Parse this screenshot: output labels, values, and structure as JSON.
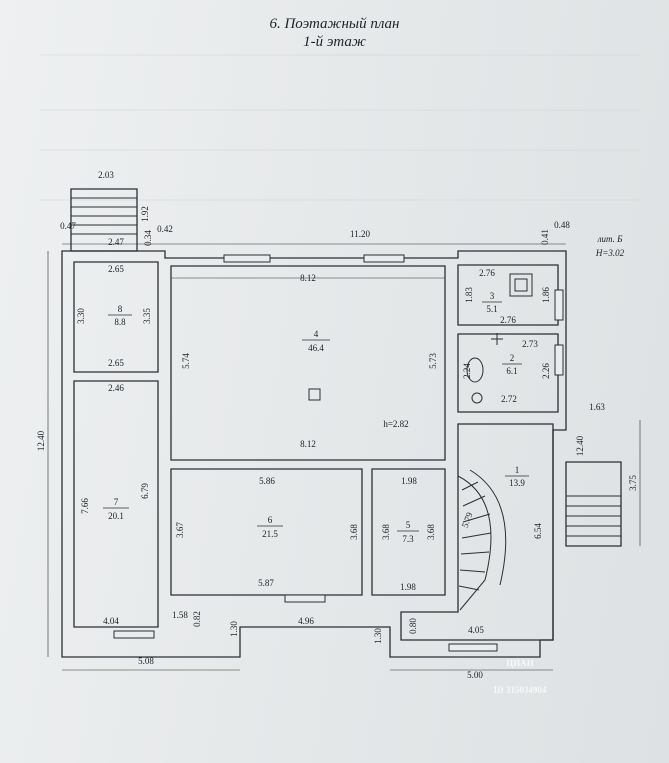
{
  "header": {
    "title": "6. Поэтажный план",
    "subtitle": "1-й этаж"
  },
  "legend": {
    "lit": "лит. Б",
    "height": "H=3.02"
  },
  "rooms": [
    {
      "num": "1",
      "area": "13.9"
    },
    {
      "num": "2",
      "area": "6.1"
    },
    {
      "num": "3",
      "area": "5.1"
    },
    {
      "num": "4",
      "area": "46.4"
    },
    {
      "num": "5",
      "area": "7.3"
    },
    {
      "num": "6",
      "area": "21.5"
    },
    {
      "num": "7",
      "area": "20.1"
    },
    {
      "num": "8",
      "area": "8.8"
    }
  ],
  "room_height": "h=2.82",
  "dimensions": {
    "d_2_03": "2.03",
    "d_0_47": "0.47",
    "d_2_47": "2.47",
    "d_1_92": "1.92",
    "d_0_34": "0.34",
    "d_0_42": "0.42",
    "d_11_20": "11.20",
    "d_0_41": "0.41",
    "d_0_48": "0.48",
    "d_2_65_top": "2.65",
    "d_3_30": "3.30",
    "d_3_35": "3.35",
    "d_2_65_bot": "2.65",
    "d_2_46": "2.46",
    "d_8_12_top": "8.12",
    "d_5_74": "5.74",
    "d_5_73": "5.73",
    "d_8_12_mid": "8.12",
    "d_12_40_left": "12.40",
    "d_6_79": "6.79",
    "d_7_66": "7.66",
    "d_5_86": "5.86",
    "d_1_98_top": "1.98",
    "d_3_67": "3.67",
    "d_3_68_a": "3.68",
    "d_3_68_b": "3.68",
    "d_3_68_c": "3.68",
    "d_5_79": "5.79",
    "d_5_87": "5.87",
    "d_1_98_bot": "1.98",
    "d_4_04": "4.04",
    "d_1_58": "1.58",
    "d_0_82": "0.82",
    "d_1_30_a": "1.30",
    "d_4_96": "4.96",
    "d_1_30_b": "1.30",
    "d_0_80": "0.80",
    "d_4_05": "4.05",
    "d_5_08": "5.08",
    "d_5_00": "5.00",
    "d_2_76_top": "2.76",
    "d_1_83": "1.83",
    "d_1_86": "1.86",
    "d_2_76_bot": "2.76",
    "d_2_73": "2.73",
    "d_2_24": "2.24",
    "d_2_26": "2.26",
    "d_2_72": "2.72",
    "d_1_63": "1.63",
    "d_12_40_right": "12.40",
    "d_3_75": "3.75",
    "d_6_54": "6.54"
  },
  "watermark": {
    "brand": "ЦИАН",
    "id": "ID 315034904"
  }
}
